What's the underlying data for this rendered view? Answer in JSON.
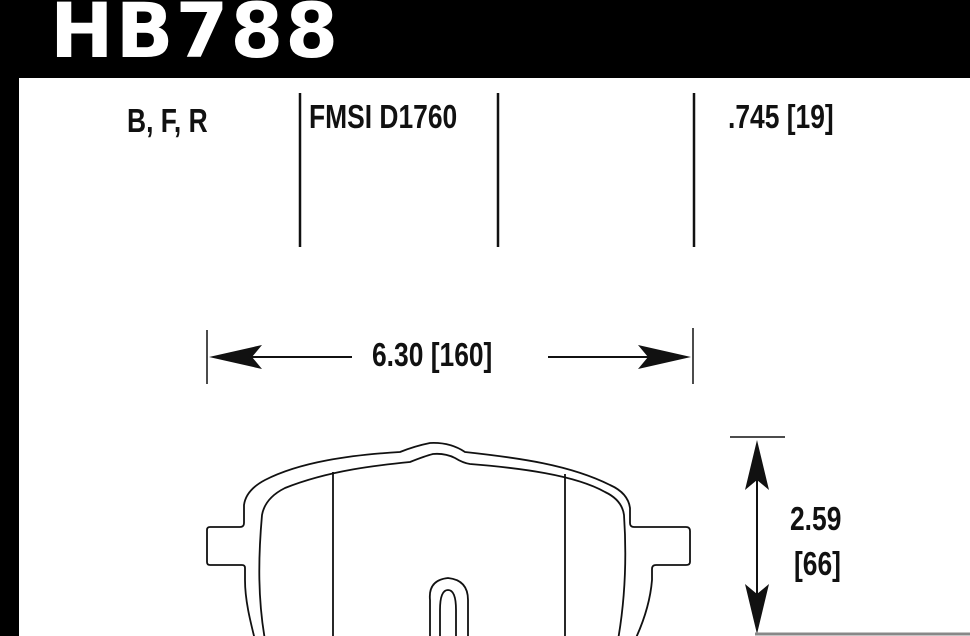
{
  "part_number": "HB788",
  "compounds": "B, F, R",
  "fmsi": "FMSI D1760",
  "thickness": ".745 [19]",
  "width": "6.30  [160]",
  "height_in": "2.59",
  "height_mm": "[66]"
}
